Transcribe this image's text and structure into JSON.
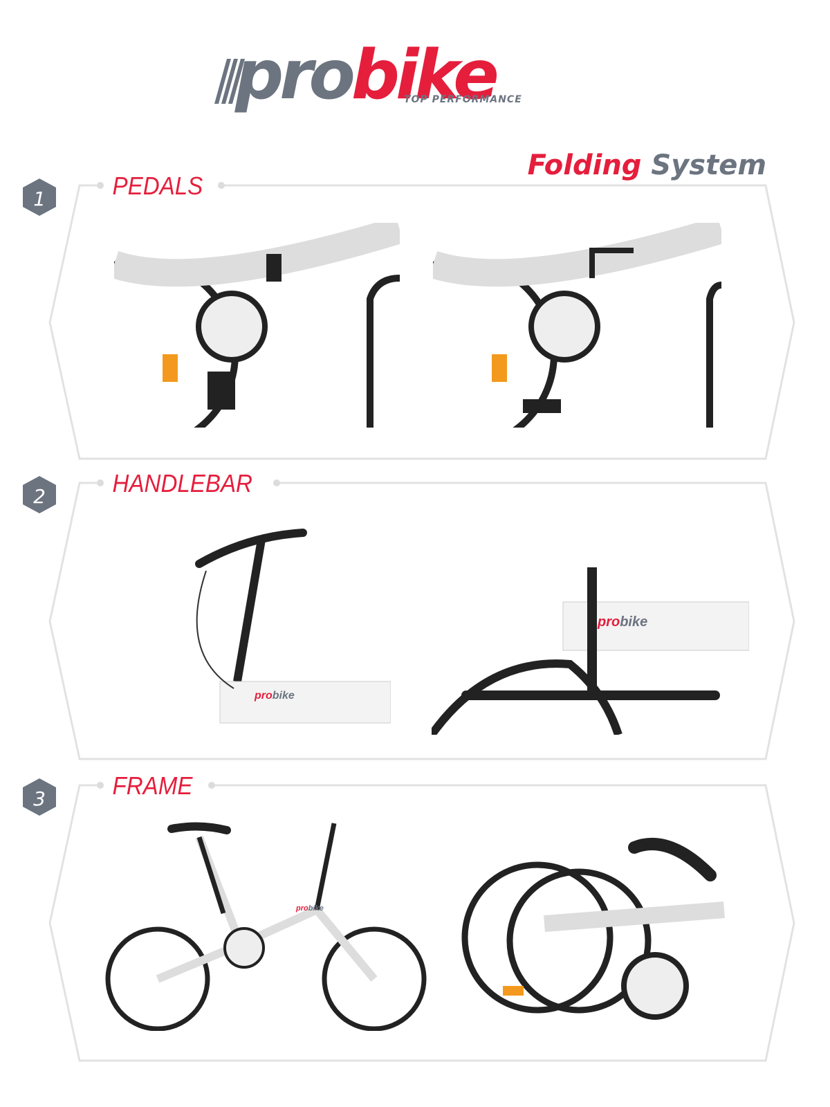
{
  "brand": {
    "name_gray": "pro",
    "name_red": "bike",
    "tagline": "TOP PERFORMANCE"
  },
  "headline": {
    "part1": "Folding",
    "part2": "System"
  },
  "colors": {
    "accent_red": "#e51e3c",
    "brand_gray": "#6c7480",
    "frame_line": "#e2e2e2"
  },
  "sections": [
    {
      "number": "1",
      "title": "PEDALS"
    },
    {
      "number": "2",
      "title": "HANDLEBAR"
    },
    {
      "number": "3",
      "title": "FRAME"
    }
  ]
}
